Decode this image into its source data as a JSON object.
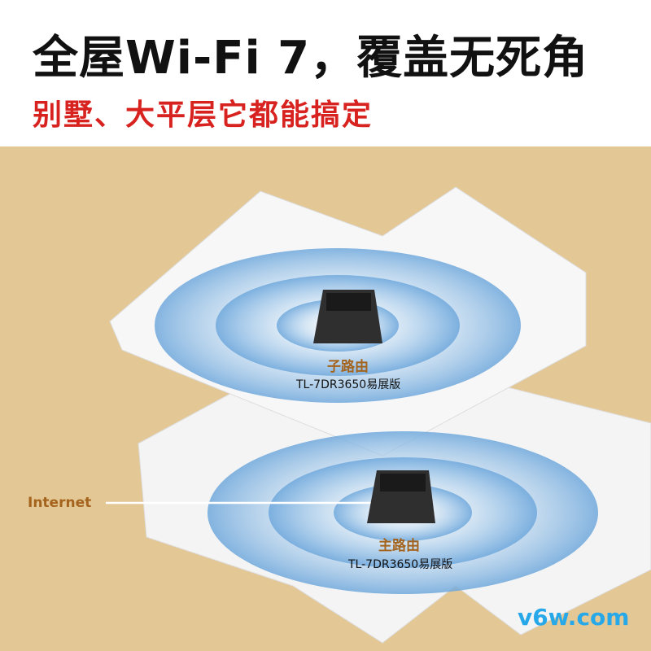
{
  "header": {
    "title": "全屋Wi-Fi 7，覆盖无死角",
    "subtitle": "别墅、大平层它都能搞定"
  },
  "routers": [
    {
      "role": "子路由",
      "model": "TL-7DR3650易展版"
    },
    {
      "role": "主路由",
      "model": "TL-7DR3650易展版"
    }
  ],
  "internet_label": "Internet",
  "watermark": "v6w.com",
  "colors": {
    "background": "#e3c795",
    "accent_label": "#a5641e",
    "subtitle": "#d7221f",
    "signal": "#6fa8dc"
  }
}
